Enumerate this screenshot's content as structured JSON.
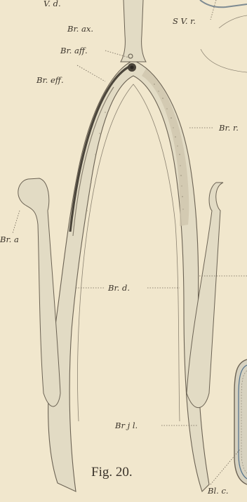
{
  "plate": {
    "figure_caption": "Fig. 20.",
    "labels": {
      "v_d": "V. d.",
      "sv_r": "S V. r.",
      "br_ax": "Br. ax.",
      "br_aff": "Br. aff.",
      "br_eff": "Br. eff.",
      "br_r": "Br. r.",
      "br_a": "Br. a",
      "br_d": "Br. d.",
      "br_jl": "Br j l.",
      "bl_c": "Bl. c."
    }
  },
  "colors": {
    "paper": "#f1e7cd",
    "tissue": "#e2dbc4",
    "ink": "#3a332a",
    "dark_band": "#5a5346",
    "stipple": "#b7ae98"
  }
}
